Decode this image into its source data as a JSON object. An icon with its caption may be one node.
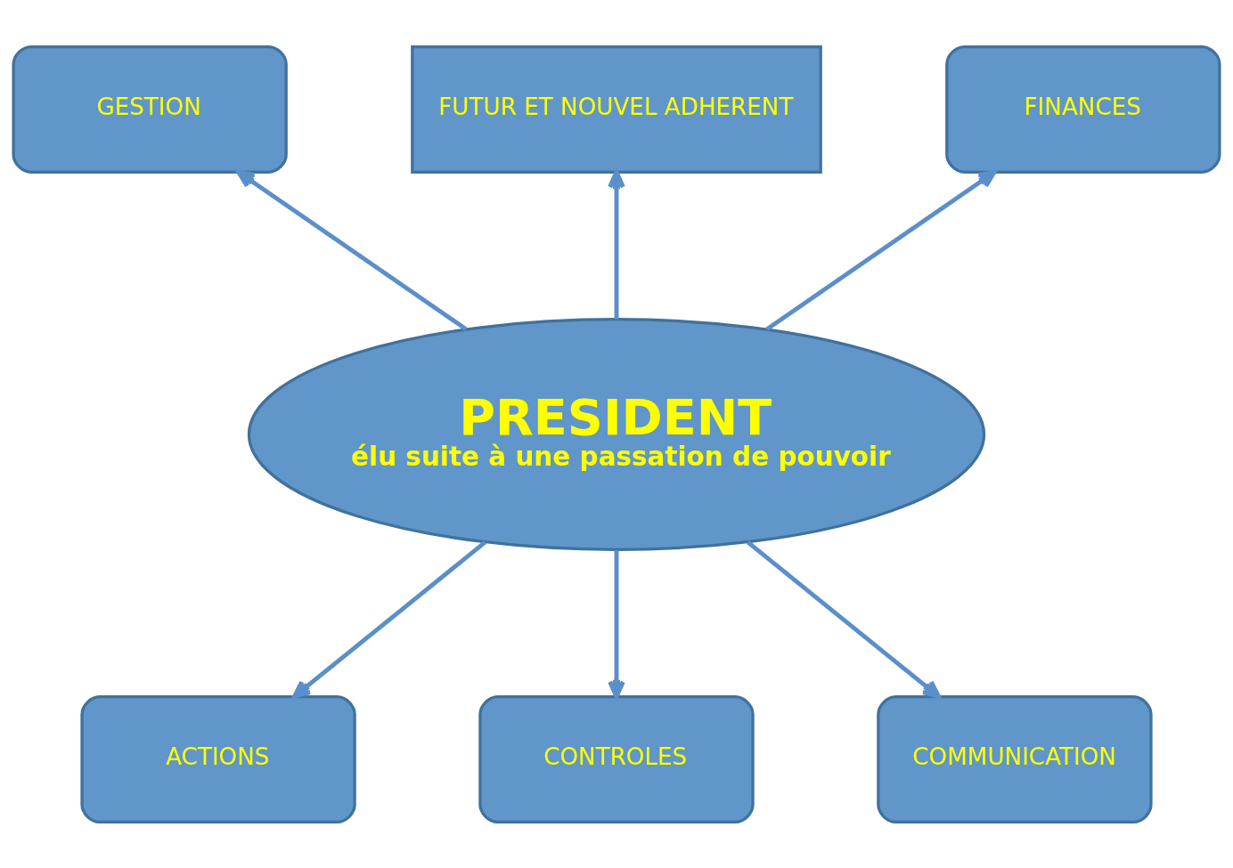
{
  "diagram": {
    "nodes": [
      {
        "text": [
          "GESTION"
        ]
      },
      {
        "text": [
          "FUTUR ET NOUVEL ADHERENT"
        ]
      },
      {
        "text": [
          "FINANCES"
        ]
      },
      {
        "text": [
          "PRESIDENT",
          "élu suite à une passation de pouvoir"
        ]
      },
      {
        "text": [
          "ACTIONS"
        ]
      },
      {
        "text": [
          "CONTROLES"
        ]
      },
      {
        "text": [
          "COMMUNICATION"
        ]
      }
    ],
    "edges": [
      {
        "from": 3,
        "to": 0,
        "arrow": "to"
      },
      {
        "from": 3,
        "to": 1,
        "arrow": "to"
      },
      {
        "from": 3,
        "to": 2,
        "arrow": "to"
      },
      {
        "from": 3,
        "to": 4,
        "arrow": "to"
      },
      {
        "from": 3,
        "to": 5,
        "arrow": "to"
      },
      {
        "from": 3,
        "to": 6,
        "arrow": "to"
      }
    ]
  }
}
